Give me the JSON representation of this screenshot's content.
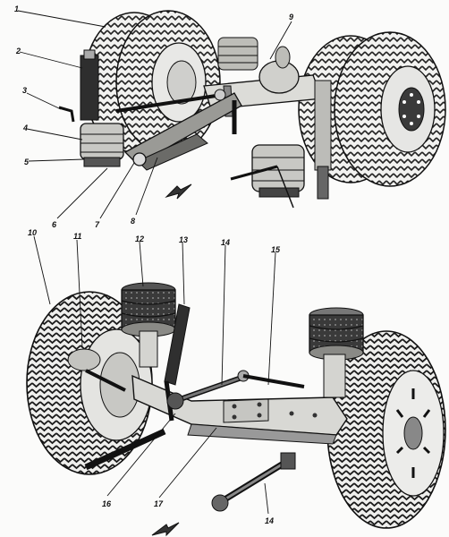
{
  "callouts": [
    {
      "id": "1",
      "label": "1"
    },
    {
      "id": "2",
      "label": "2"
    },
    {
      "id": "3",
      "label": "3"
    },
    {
      "id": "4",
      "label": "4"
    },
    {
      "id": "5",
      "label": "5"
    },
    {
      "id": "6",
      "label": "6"
    },
    {
      "id": "7",
      "label": "7"
    },
    {
      "id": "8",
      "label": "8"
    },
    {
      "id": "9",
      "label": "9"
    },
    {
      "id": "10",
      "label": "10"
    },
    {
      "id": "11",
      "label": "11"
    },
    {
      "id": "12",
      "label": "12"
    },
    {
      "id": "13",
      "label": "13"
    },
    {
      "id": "14a",
      "label": "14"
    },
    {
      "id": "14b",
      "label": "14"
    },
    {
      "id": "15",
      "label": "15"
    },
    {
      "id": "16",
      "label": "16"
    },
    {
      "id": "17",
      "label": "17"
    }
  ],
  "colors": {
    "ink": "#111111",
    "paper": "#fbfbfa",
    "tread": "#2a2a2a",
    "shadow": "#555555"
  },
  "icons": [
    "direction-arrow-icon",
    "direction-arrow-icon"
  ]
}
